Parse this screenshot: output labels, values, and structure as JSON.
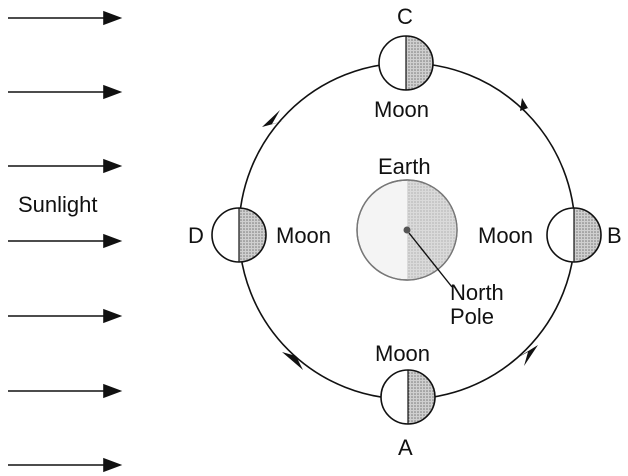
{
  "labels": {
    "sunlight": "Sunlight",
    "earth": "Earth",
    "north_pole_line1": "North",
    "north_pole_line2": "Pole",
    "moon": "Moon",
    "position_a": "A",
    "position_b": "B",
    "position_c": "C",
    "position_d": "D"
  },
  "colors": {
    "line": "#111111",
    "earth_fill": "#f2f2f2",
    "shadow_fill": "#b8b8b8"
  }
}
